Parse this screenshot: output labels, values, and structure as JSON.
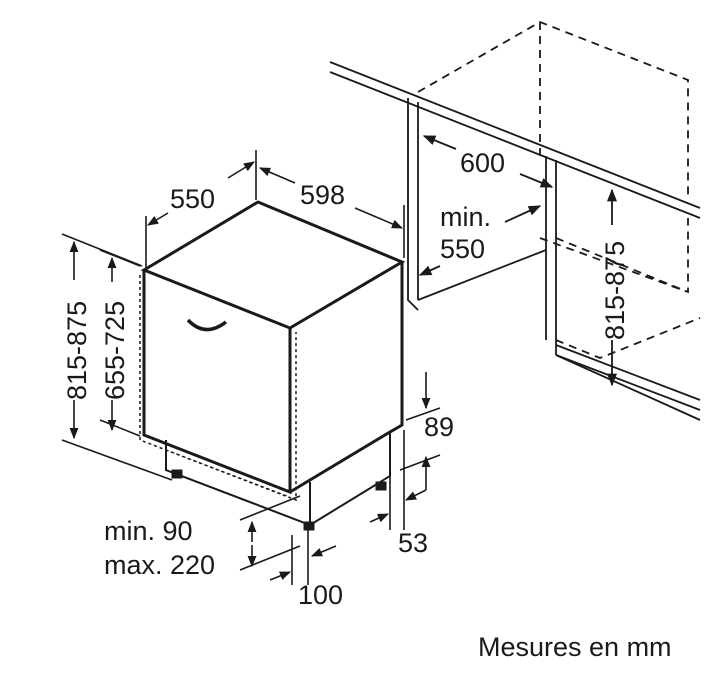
{
  "dimensions": {
    "appliance_depth": "550",
    "appliance_width": "598",
    "appliance_height_range": "815-875",
    "door_height_range": "655-725",
    "niche_width": "600",
    "niche_min_depth_line1": "min.",
    "niche_min_depth_line2": "550",
    "niche_height_range": "815-875",
    "plinth_height": "89",
    "plinth_depth": "53",
    "foot_range_min": "min. 90",
    "foot_range_max": "max. 220",
    "foot_setback": "100"
  },
  "footer": {
    "units_note": "Mesures en mm"
  },
  "colors": {
    "line": "#1a1a1a",
    "background": "#ffffff"
  }
}
